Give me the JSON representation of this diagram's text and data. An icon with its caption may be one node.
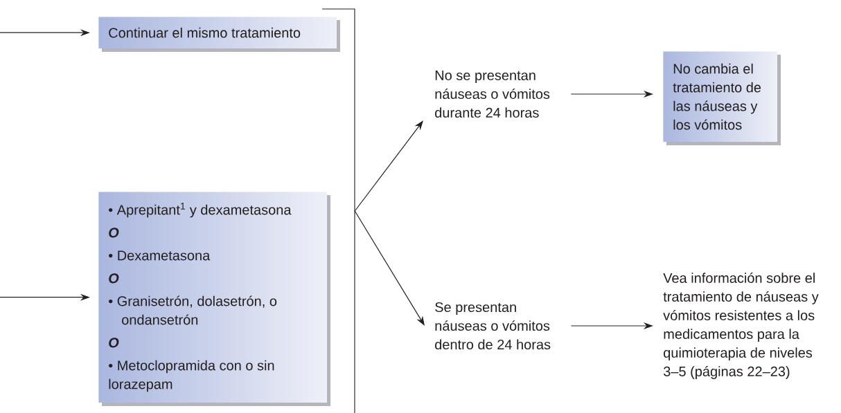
{
  "diagram": {
    "nodes": [
      {
        "text": [
          "Continuar el mismo tratamiento"
        ]
      },
      {
        "text": [
          "• Aprepitant$^{1}$ y dexametasona",
          "O",
          "• Dexametasona",
          "O",
          "• Granisetrón, dolasetrón, o ondansetrón",
          "O",
          "• Metoclopramida con o sin lorazepam"
        ]
      },
      {
        "text": [],
        "shape": "bar"
      },
      {
        "text": [
          "No se presentan náuseas o vómitos durante 24 horas"
        ]
      },
      {
        "text": [
          "No cambia el tratamiento de las náuseas y los vómitos"
        ]
      },
      {
        "text": [
          "Se presentan náuseas o vómitos dentro de 24 horas"
        ]
      },
      {
        "text": [
          "Vea información sobre el tratamiento de náuseas y vómitos resistentes a los medicamentos para la quimioterapia de niveles 3–5 (páginas 22–23)"
        ]
      }
    ],
    "edges": [
      {
        "from": null,
        "to": 0,
        "arrow": "to"
      },
      {
        "from": null,
        "to": 1,
        "arrow": "to"
      },
      {
        "from": 2,
        "to": 3,
        "arrow": "to"
      },
      {
        "from": 2,
        "to": 5,
        "arrow": "to"
      },
      {
        "from": 3,
        "to": 4,
        "arrow": "to"
      },
      {
        "from": 5,
        "to": 6,
        "arrow": "to"
      }
    ]
  }
}
